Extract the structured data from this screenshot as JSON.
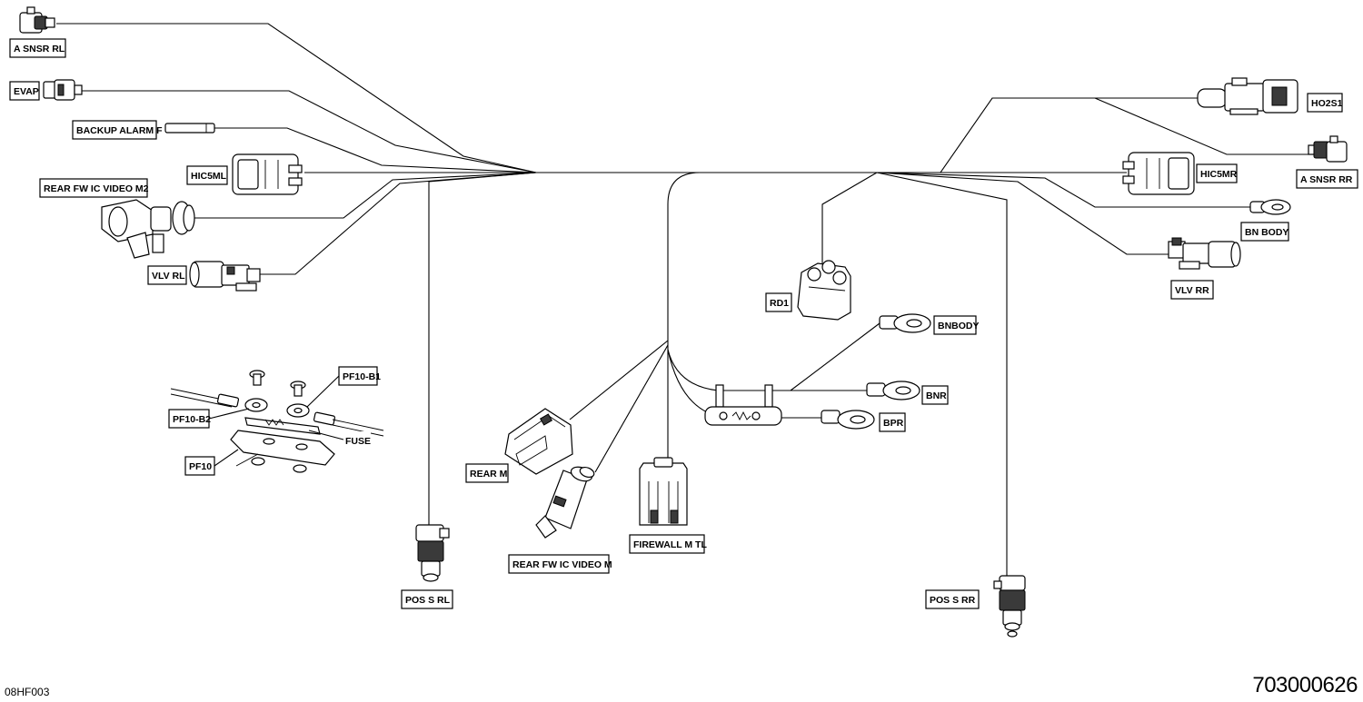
{
  "labels": {
    "a_snsr_rl": "A SNSR RL",
    "evap": "EVAP",
    "backup_alarm_f": "BACKUP ALARM F",
    "hic5ml": "HIC5ML",
    "rear_fw_ic_video_m2": "REAR FW IC VIDEO M2",
    "vlv_rl": "VLV RL",
    "pf10_b1": "PF10-B1",
    "pf10_b2": "PF10-B2",
    "fuse": "FUSE",
    "pf10": "PF10",
    "pos_s_rl": "POS S RL",
    "rear_m": "REAR M",
    "rear_fw_ic_video_m": "REAR FW IC VIDEO M",
    "firewall_m_tl": "FIREWALL M TL",
    "rd1": "RD1",
    "bnbody": "BNBODY",
    "bnr": "BNR",
    "bpr": "BPR",
    "pos_s_rr": "POS S RR",
    "ho2s1": "HO2S1",
    "a_snsr_rr": "A SNSR RR",
    "hic5mr": "HIC5MR",
    "bn_body": "BN BODY",
    "vlv_rr": "VLV RR"
  },
  "footer": {
    "figure_code": "08HF003",
    "part_number": "703000626"
  }
}
